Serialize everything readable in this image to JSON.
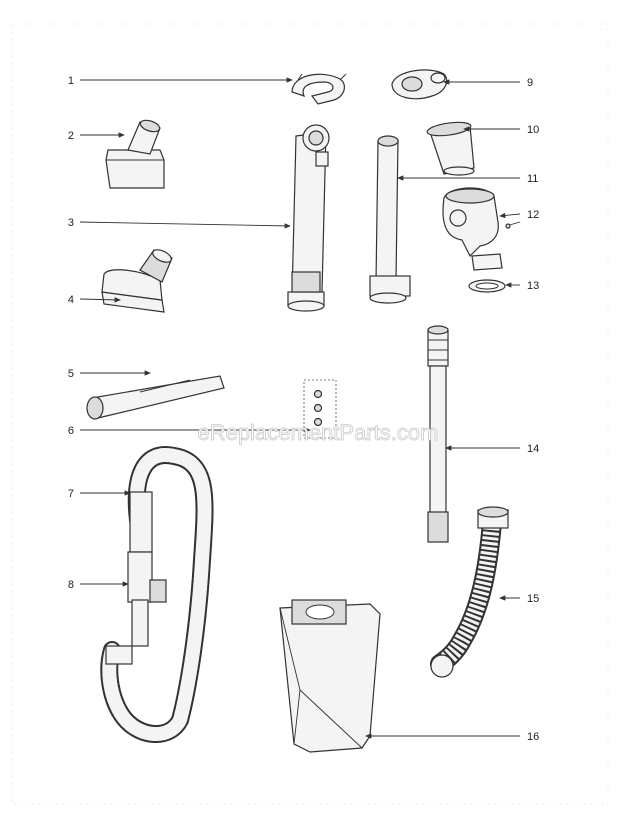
{
  "callouts": [
    "1",
    "2",
    "3",
    "4",
    "5",
    "6",
    "7",
    "8",
    "9",
    "10",
    "11",
    "12",
    "13",
    "14",
    "15",
    "16"
  ],
  "watermark": "eReplacementParts.com"
}
